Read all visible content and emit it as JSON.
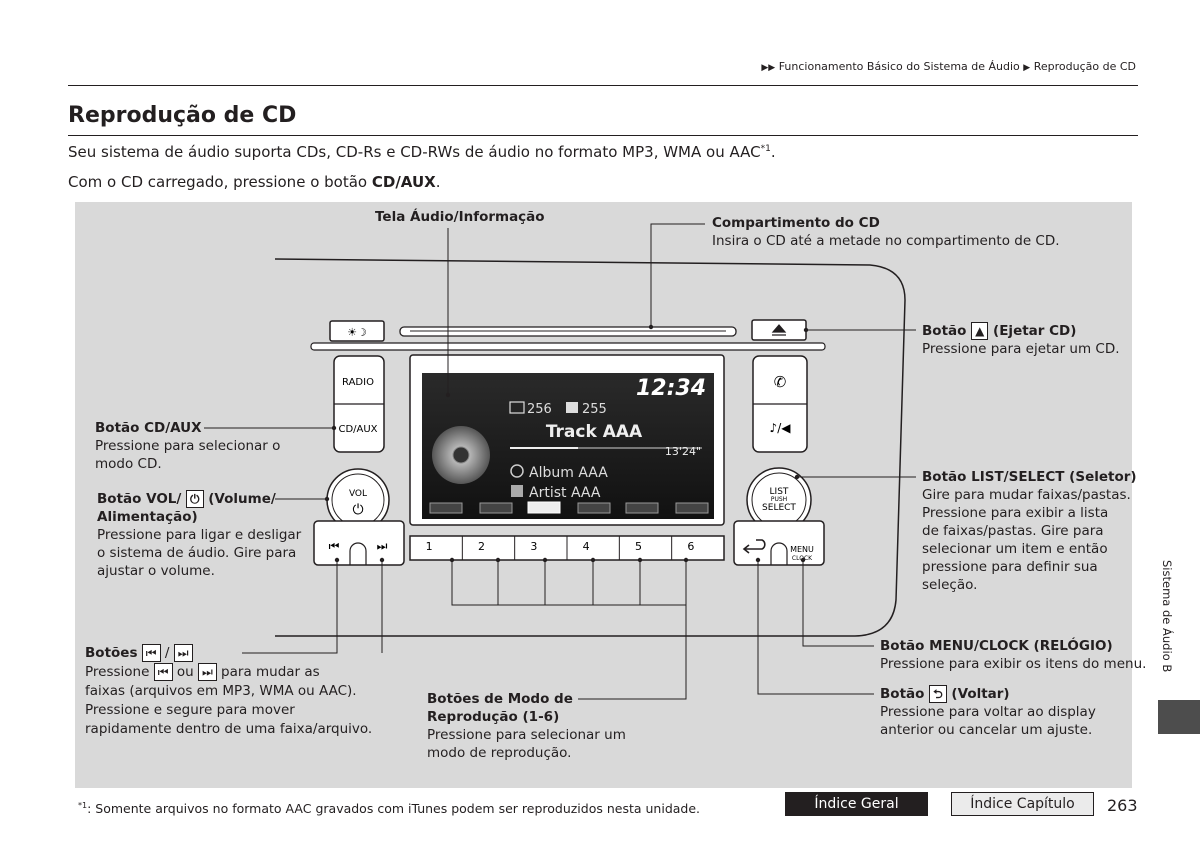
{
  "header": {
    "breadcrumb_1": "Funcionamento Básico do Sistema de Áudio",
    "breadcrumb_2": "Reprodução de CD"
  },
  "page": {
    "title": "Reprodução de CD",
    "intro_line1": "Seu sistema de áudio suporta CDs, CD-Rs e CD-RWs de áudio no formato MP3, WMA ou AAC",
    "intro_line1_sup": "*1",
    "intro_line2_pre": "Com o CD carregado, pressione o botão ",
    "intro_line2_bold": "CD/AUX",
    "intro_line2_post": "."
  },
  "labels": {
    "screen": "Tela Áudio/Informação",
    "cd_slot_title": "Compartimento do CD",
    "cd_slot_desc": "Insira o CD até a metade no compartimento de CD.",
    "eject_pre": "Botão ",
    "eject_post": " (Ejetar CD)",
    "eject_desc": "Pressione para ejetar um CD.",
    "cdaux_title": "Botão CD/AUX",
    "cdaux_desc1": "Pressione para selecionar o",
    "cdaux_desc2": "modo CD.",
    "vol_title_pre": "Botão VOL/",
    "vol_title_post": " (Volume/",
    "vol_title_line2": "Alimentação)",
    "vol_desc1": "Pressione para ligar e desligar",
    "vol_desc2": "o sistema de áudio. Gire para",
    "vol_desc3": "ajustar o volume.",
    "list_title": "Botão LIST/SELECT (Seletor)",
    "list_desc1": "Gire para mudar faixas/pastas.",
    "list_desc2": "Pressione para exibir a lista",
    "list_desc3": "de faixas/pastas. Gire para",
    "list_desc4": "selecionar um item e então",
    "list_desc5": "pressione para definir sua",
    "list_desc6": "seleção.",
    "skip_title": "Botões",
    "skip_sep": "/",
    "skip_desc_pre": "Pressione",
    "skip_desc_mid": "ou",
    "skip_desc_post": "para mudar as",
    "skip_desc2": "faixas (arquivos em MP3, WMA ou AAC).",
    "skip_desc3": "Pressione e segure para mover",
    "skip_desc4": "rapidamente dentro de uma faixa/arquivo.",
    "mode_title1": "Botões de Modo de",
    "mode_title2": "Reprodução (1-6)",
    "mode_desc1": "Pressione para selecionar um",
    "mode_desc2": "modo de reprodução.",
    "menu_title": "Botão MENU/CLOCK (RELÓGIO)",
    "menu_desc": "Pressione para exibir os itens do menu.",
    "back_pre": "Botão ",
    "back_post": " (Voltar)",
    "back_desc1": "Pressione para voltar ao display",
    "back_desc2": "anterior ou cancelar um ajuste."
  },
  "unit": {
    "radio": "RADIO",
    "cdaux": "CD/AUX",
    "vol": "VOL",
    "list": "LIST",
    "push": "PUSH",
    "select": "SELECT",
    "menu": "MENU",
    "clock": "CLOCK",
    "presets": [
      "1",
      "2",
      "3",
      "4",
      "5",
      "6"
    ]
  },
  "display": {
    "time": "12:34",
    "folders": "256",
    "tracks": "255",
    "track": "Track AAA",
    "elapsed": "13'24\"",
    "album": "Album AAA",
    "artist": "Artist AAA"
  },
  "side": {
    "section": "Sistema de Áudio B"
  },
  "footer": {
    "note_sup": "*1",
    "note": ": Somente arquivos no formato AAC gravados com iTunes podem ser reproduzidos nesta unidade.",
    "index_general": "Índice Geral",
    "index_chapter": "Índice Capítulo",
    "page_number": "263"
  },
  "colors": {
    "panel": "#d9d9d9",
    "text": "#231f20",
    "tab": "#4d4d4d",
    "screen": "#1a1a1a"
  }
}
